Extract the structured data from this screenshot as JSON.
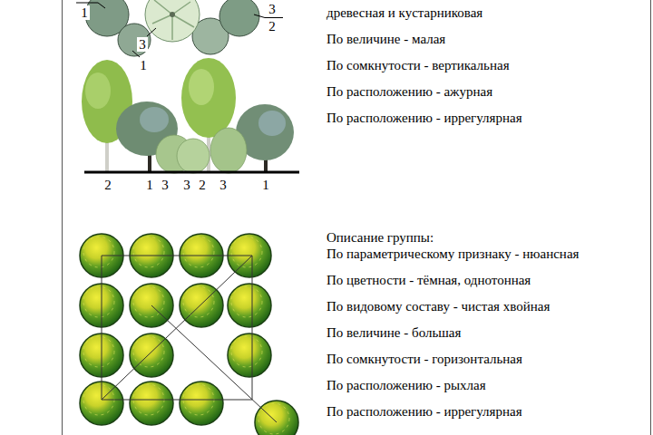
{
  "diagram": {
    "labels": [
      "1",
      "3",
      "2",
      "3",
      "1",
      "древесная и кустарниковая",
      "По величине - малая",
      "По сомкнутости - вертикальная",
      "По расположению - ажурная",
      "По расположению - иррегулярная",
      "2",
      "1",
      "3",
      "3",
      "2",
      "3",
      "1",
      "Описание группы:",
      "По параметрическому признаку - нюансная",
      "По цветности - тёмная, однотонная",
      "По видовому составу - чистая хвойная",
      "По величине - большая",
      "По сомкнутости - горизонтальная",
      "По расположению - рыхлая",
      "По расположению - иррегулярная"
    ]
  }
}
